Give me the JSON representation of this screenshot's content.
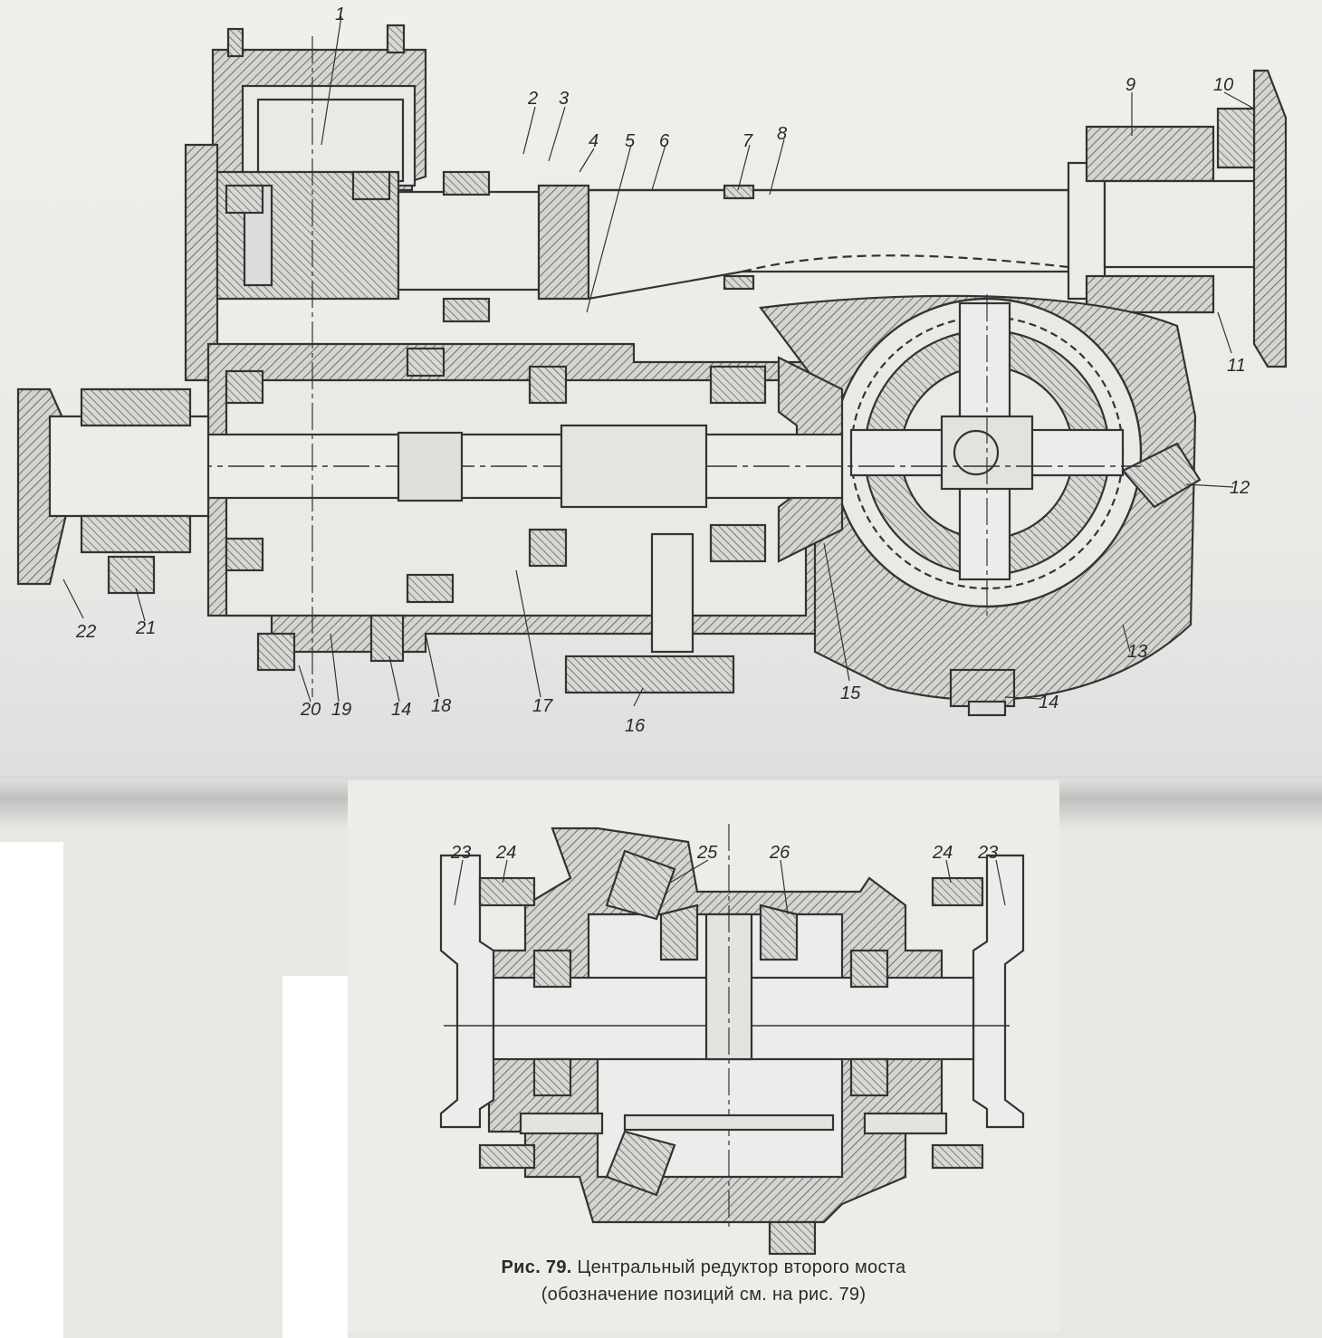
{
  "figure": {
    "caption_prefix": "Рис. 79.",
    "caption_title": "Центральный редуктор второго моста",
    "caption_note": "(обозначение позиций см. на рис. 79)"
  },
  "callouts_top": [
    "1",
    "2",
    "3",
    "4",
    "5",
    "6",
    "7",
    "8",
    "9",
    "10",
    "11",
    "12",
    "13",
    "14",
    "15",
    "16",
    "17",
    "18",
    "14",
    "19",
    "20",
    "21",
    "22"
  ],
  "callouts_bottom": [
    "23",
    "24",
    "25",
    "26",
    "24",
    "23"
  ]
}
